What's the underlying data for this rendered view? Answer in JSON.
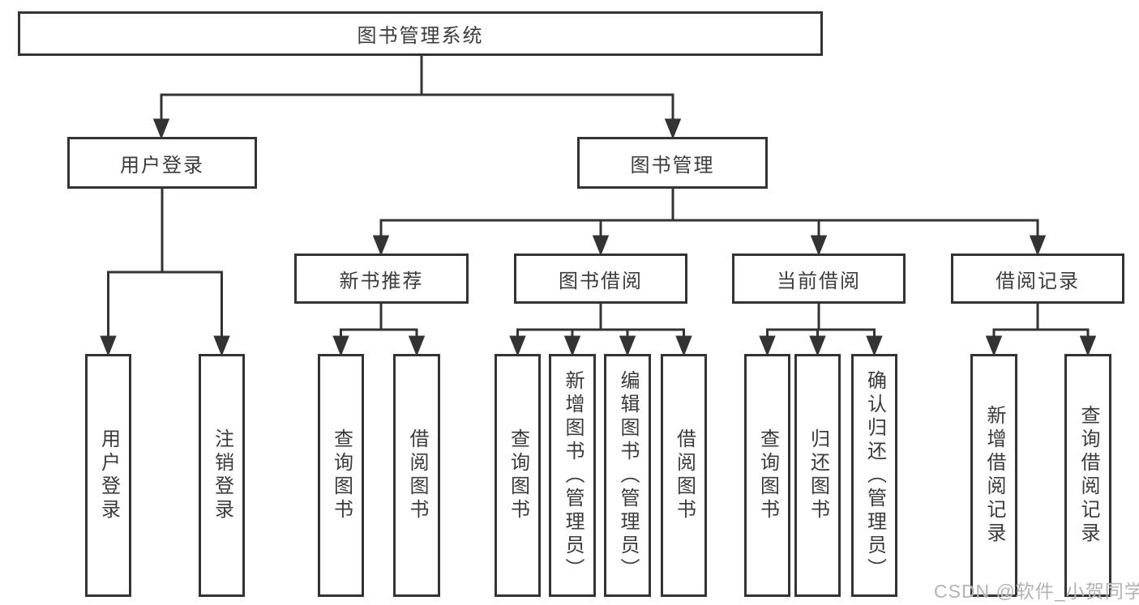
{
  "tree": {
    "label": "图书管理系统",
    "children": [
      {
        "label": "用户登录",
        "children": [
          {
            "label": "用户登录"
          },
          {
            "label": "注销登录"
          }
        ]
      },
      {
        "label": "图书管理",
        "children": [
          {
            "label": "新书推荐",
            "children": [
              {
                "label": "查询图书"
              },
              {
                "label": "借阅图书"
              }
            ]
          },
          {
            "label": "图书借阅",
            "children": [
              {
                "label": "查询图书"
              },
              {
                "label": "新增图书（管理员）"
              },
              {
                "label": "编辑图书（管理员）"
              },
              {
                "label": "借阅图书"
              }
            ]
          },
          {
            "label": "当前借阅",
            "children": [
              {
                "label": "查询图书"
              },
              {
                "label": "归还图书"
              },
              {
                "label": "确认归还（管理员）"
              }
            ]
          },
          {
            "label": "借阅记录",
            "children": [
              {
                "label": "新增借阅记录"
              },
              {
                "label": "查询借阅记录"
              }
            ]
          }
        ]
      }
    ]
  },
  "watermark": {
    "text": "CSDN @软件_小贺同学"
  },
  "colors": {
    "line": "#333333",
    "text": "#3b3b3b",
    "watermark": "#b3b3b3",
    "background": "#ffffff"
  }
}
